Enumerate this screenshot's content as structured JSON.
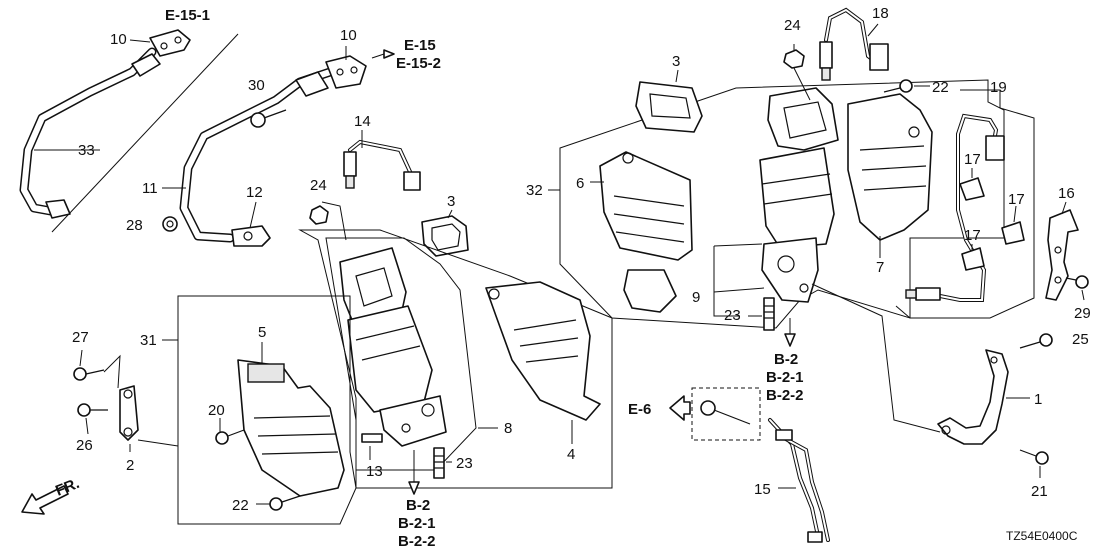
{
  "callouts": {
    "n1": "1",
    "n2": "2",
    "n3a": "3",
    "n3b": "3",
    "n4": "4",
    "n5": "5",
    "n6": "6",
    "n7": "7",
    "n8": "8",
    "n9": "9",
    "n10a": "10",
    "n10b": "10",
    "n11": "11",
    "n12": "12",
    "n13": "13",
    "n14": "14",
    "n15": "15",
    "n16": "16",
    "n17a": "17",
    "n17b": "17",
    "n17c": "17",
    "n18": "18",
    "n19": "19",
    "n20": "20",
    "n21": "21",
    "n22a": "22",
    "n22b": "22",
    "n23a": "23",
    "n23b": "23",
    "n24a": "24",
    "n24b": "24",
    "n25": "25",
    "n26": "26",
    "n27": "27",
    "n28": "28",
    "n29": "29",
    "n30": "30",
    "n31": "31",
    "n32": "32",
    "n33": "33"
  },
  "references": {
    "e15_1": "E-15-1",
    "e15": "E-15",
    "e15_2": "E-15-2",
    "b2_left": "B-2",
    "b2_1_left": "B-2-1",
    "b2_2_left": "B-2-2",
    "b2_right": "B-2",
    "b2_1_right": "B-2-1",
    "b2_2_right": "B-2-2",
    "e6": "E-6",
    "front": "FR."
  },
  "diagram_code": "TZ54E0400C"
}
